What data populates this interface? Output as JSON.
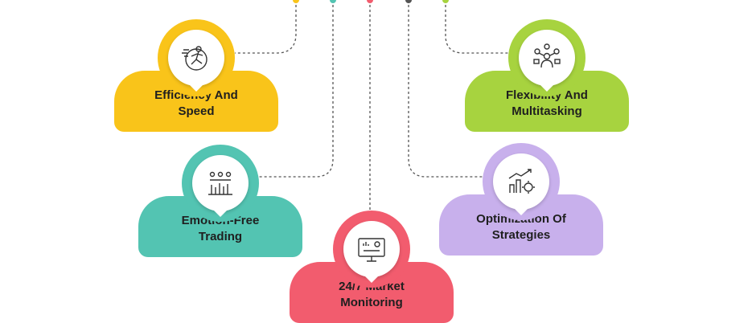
{
  "diagram": {
    "nodes": [
      {
        "id": "efficiency",
        "label": "Efficiency And Speed",
        "color": "#f9c41a",
        "icon": "speed-runner-icon"
      },
      {
        "id": "emotion",
        "label": "Emotion-Free Trading",
        "color": "#53c4b2",
        "icon": "balance-chart-icon"
      },
      {
        "id": "monitoring",
        "label": "24/7 Market Monitoring",
        "color": "#f25c6e",
        "icon": "monitor-24h-icon"
      },
      {
        "id": "optimization",
        "label": "Optimization Of Strategies",
        "color": "#c8b0ec",
        "icon": "growth-chart-icon"
      },
      {
        "id": "flexibility",
        "label": "Flexibility And Multitasking",
        "color": "#a7d33f",
        "icon": "multitask-person-icon"
      }
    ],
    "connector_colors": [
      "#f9c41a",
      "#53c4b2",
      "#f25c6e",
      "#555555",
      "#a7d33f"
    ]
  }
}
